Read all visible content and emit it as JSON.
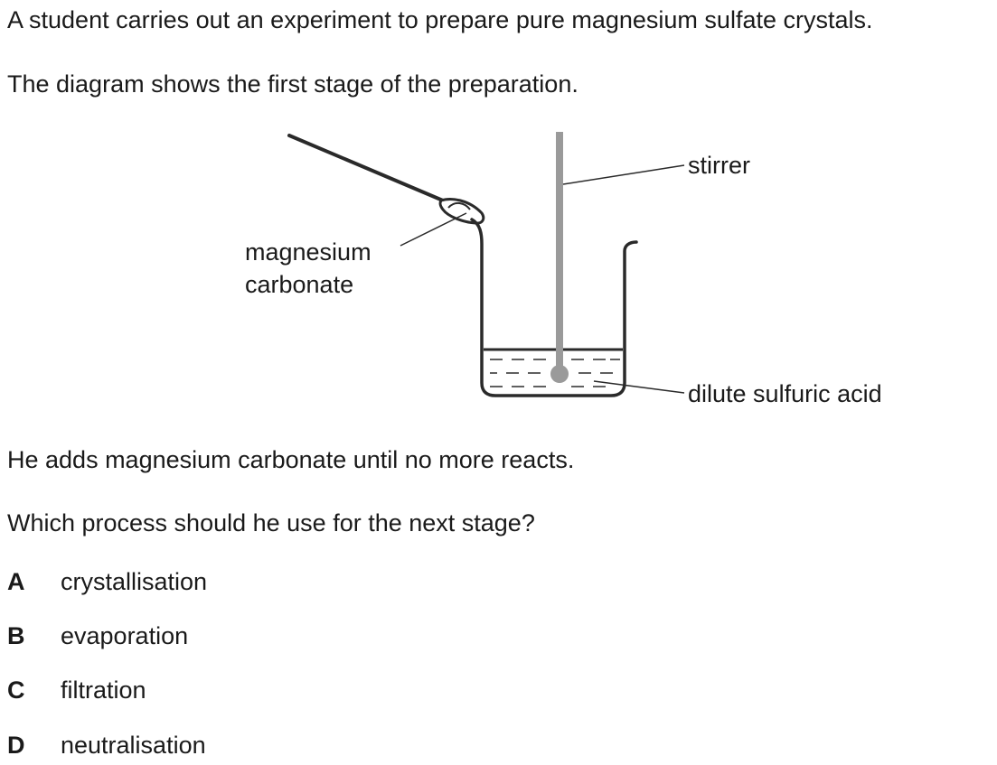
{
  "question": {
    "intro": "A student carries out an experiment to prepare pure magnesium sulfate crystals.",
    "diagram_caption": "The diagram shows the first stage of the preparation.",
    "action": "He adds magnesium carbonate until no more reacts.",
    "prompt": "Which process should he use for the next stage?"
  },
  "diagram": {
    "label_magnesium_line1": "magnesium",
    "label_magnesium_line2": "carbonate",
    "label_stirrer": "stirrer",
    "label_acid": "dilute sulfuric acid"
  },
  "options": [
    {
      "letter": "A",
      "text": "crystallisation"
    },
    {
      "letter": "B",
      "text": "evaporation"
    },
    {
      "letter": "C",
      "text": "filtration"
    },
    {
      "letter": "D",
      "text": "neutralisation"
    }
  ]
}
